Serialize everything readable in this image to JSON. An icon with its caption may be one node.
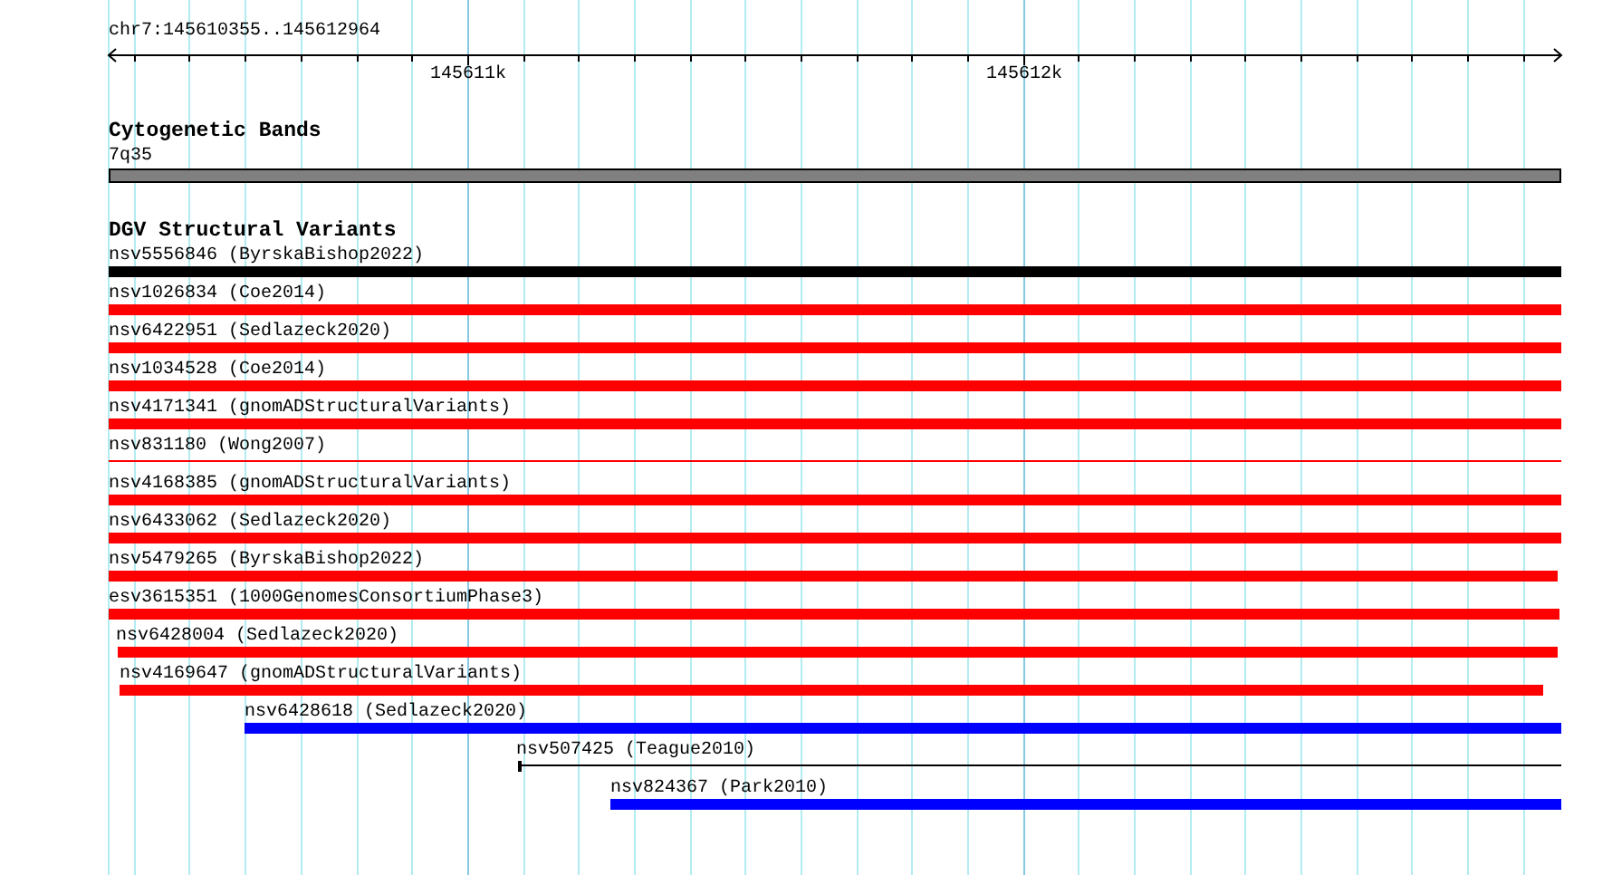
{
  "diagram": {
    "nodes": [
      {
        "text": [],
        "shape": "bar",
        "beside": [
          "7q35"
        ]
      },
      {
        "text": [],
        "shape": "bar",
        "beside": [
          "nsv5556846 (ByrskaBishop2022)"
        ]
      },
      {
        "text": [],
        "shape": "bar",
        "beside": [
          "nsv1026834 (Coe2014)"
        ]
      },
      {
        "text": [],
        "shape": "bar",
        "beside": [
          "nsv6422951 (Sedlazeck2020)"
        ]
      },
      {
        "text": [],
        "shape": "bar",
        "beside": [
          "nsv1034528 (Coe2014)"
        ]
      },
      {
        "text": [],
        "shape": "bar",
        "beside": [
          "nsv4171341 (gnomADStructuralVariants)"
        ]
      },
      {
        "text": [],
        "shape": "bar",
        "beside": [
          "nsv831180 (Wong2007)"
        ]
      },
      {
        "text": [],
        "shape": "bar",
        "beside": [
          "nsv4168385 (gnomADStructuralVariants)"
        ]
      },
      {
        "text": [],
        "shape": "bar",
        "beside": [
          "nsv6433062 (Sedlazeck2020)"
        ]
      },
      {
        "text": [],
        "shape": "bar",
        "beside": [
          "nsv5479265 (ByrskaBishop2022)"
        ]
      },
      {
        "text": [],
        "shape": "bar",
        "beside": [
          "esv3615351 (1000GenomesConsortiumPhase3)"
        ]
      },
      {
        "text": [],
        "shape": "bar",
        "beside": [
          "nsv6428004 (Sedlazeck2020)"
        ]
      },
      {
        "text": [],
        "shape": "bar",
        "beside": [
          "nsv4169647 (gnomADStructuralVariants)"
        ]
      },
      {
        "text": [],
        "shape": "bar",
        "beside": [
          "nsv6428618 (Sedlazeck2020)"
        ]
      },
      {
        "text": [],
        "shape": "bar",
        "beside": [
          "nsv507425 (Teague2010)"
        ]
      },
      {
        "text": [],
        "shape": "bar",
        "beside": [
          "nsv824367 (Park2010)"
        ]
      }
    ],
    "labels": [
      "chr7:145610355..145612964",
      "145611k",
      "145612k",
      "Cytogenetic Bands",
      "DGV Structural Variants"
    ]
  }
}
